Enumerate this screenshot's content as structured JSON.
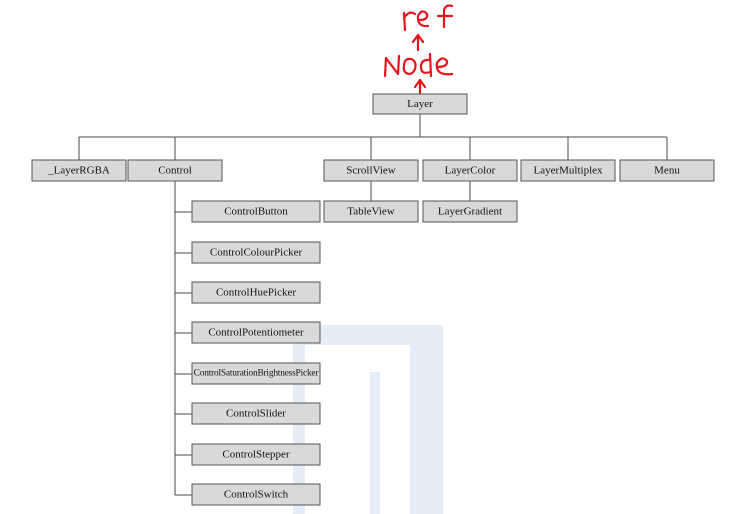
{
  "annotations": {
    "handwritten_top": "ref",
    "handwritten_middle": "Node",
    "ink_color": "#e8121b"
  },
  "nodes": {
    "layer": "Layer",
    "layer_rgba": "_LayerRGBA",
    "control": "Control",
    "scroll_view": "ScrollView",
    "layer_color": "LayerColor",
    "layer_multiplex": "LayerMultiplex",
    "menu": "Menu",
    "table_view": "TableView",
    "layer_gradient": "LayerGradient",
    "control_button": "ControlButton",
    "control_colour_picker": "ControlColourPicker",
    "control_hue_picker": "ControlHuePicker",
    "control_potentiometer": "ControlPotentiometer",
    "control_saturation_brightness_picker": "ControlSaturationBrightnessPicker",
    "control_slider": "ControlSlider",
    "control_stepper": "ControlStepper",
    "control_switch": "ControlSwitch"
  },
  "colors": {
    "box_fill": "#d9d9d9",
    "box_border": "#555555",
    "connector": "#4a4a4a",
    "watermark": "#cfe0f3"
  }
}
